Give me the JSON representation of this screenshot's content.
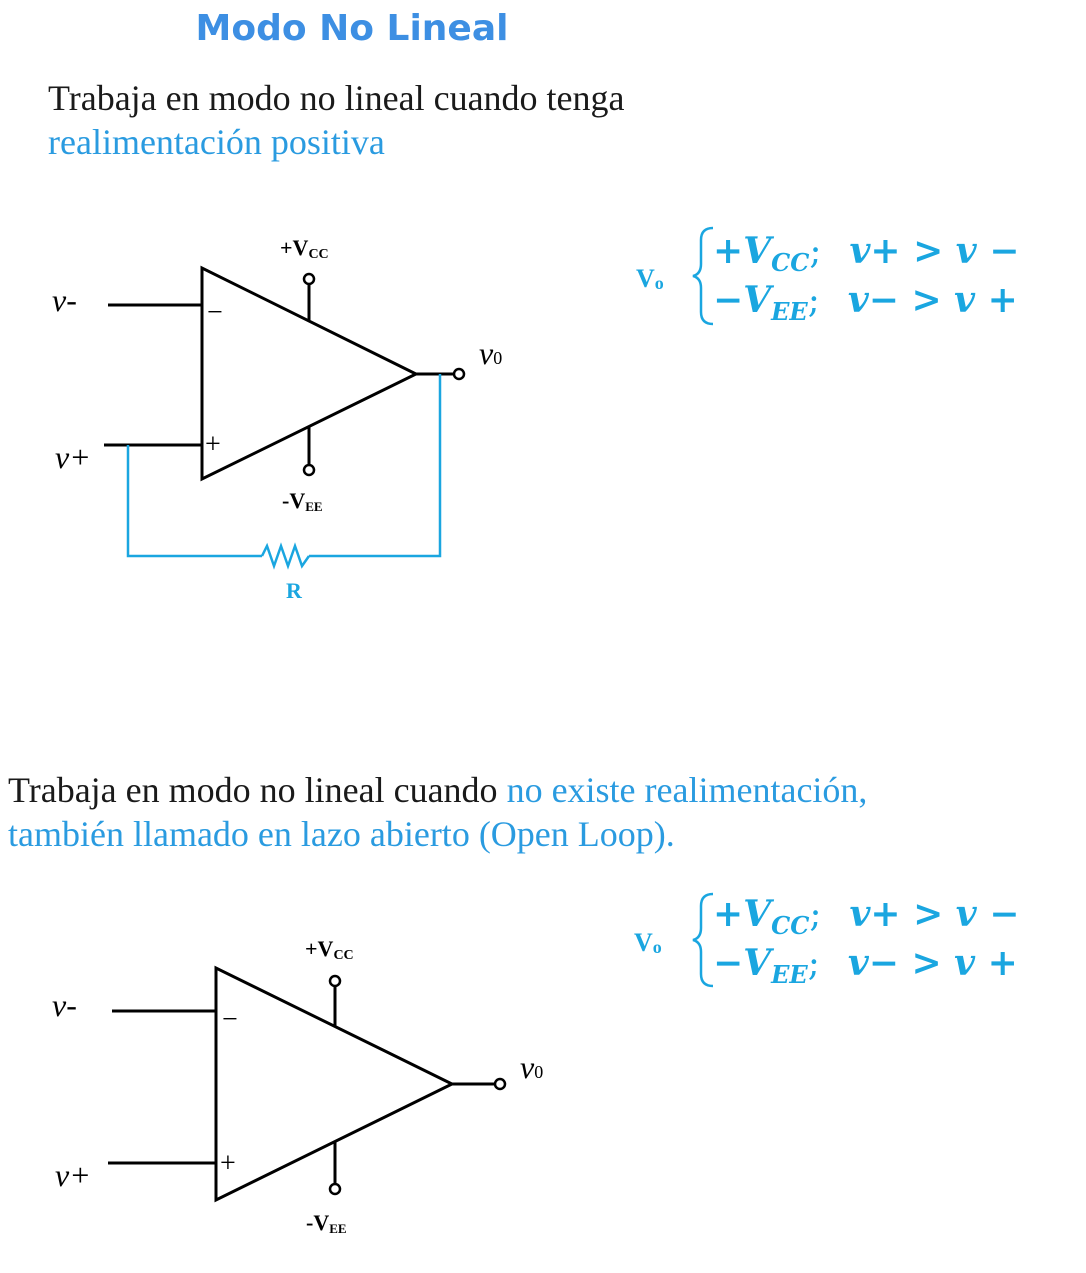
{
  "title": "Modo No Lineal",
  "section1": {
    "text_dark": "Trabaja en modo no lineal cuando tenga",
    "text_blue": "realimentación positiva",
    "diagram": {
      "vcc_label": "+V",
      "vcc_sub": "CC",
      "vee_label": "-V",
      "vee_sub": "EE",
      "in_neg": "v-",
      "in_pos": "v+",
      "out": "v",
      "out_sub": "0",
      "minus_sign": "−",
      "plus_sign": "+",
      "resistor": "R"
    },
    "equation": {
      "lhs": "V",
      "lhs_sub": "o",
      "line1": {
        "main": "+V",
        "sub": "CC",
        "semi": ";",
        "cond": "v+ >  v −"
      },
      "line2": {
        "main": "−V",
        "sub": "EE",
        "semi": ";",
        "cond": "v− >  v +"
      }
    }
  },
  "section2": {
    "text_dark": "Trabaja en modo no lineal cuando",
    "text_blue_1": "no existe realimentación,",
    "text_blue_2": "también llamado en lazo abierto (Open Loop).",
    "diagram": {
      "vcc_label": "+V",
      "vcc_sub": "CC",
      "vee_label": "-V",
      "vee_sub": "EE",
      "in_neg": "v-",
      "in_pos": "v+",
      "out": "v",
      "out_sub": "0",
      "minus_sign": "−",
      "plus_sign": "+"
    },
    "equation": {
      "lhs": "V",
      "lhs_sub": "o",
      "line1": {
        "main": "+V",
        "sub": "CC",
        "semi": ";",
        "cond": "v+ >  v −"
      },
      "line2": {
        "main": "−V",
        "sub": "EE",
        "semi": ";",
        "cond": "v− >  v +"
      }
    }
  },
  "colors": {
    "accent": "#3d8fe3",
    "blue_text": "#2a9be0",
    "circuit_blue": "#1aa6e0",
    "black": "#000000"
  }
}
